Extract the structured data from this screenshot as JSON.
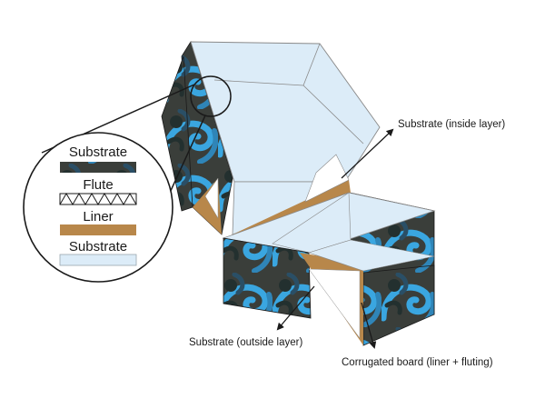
{
  "colors": {
    "pattern_base": "#3a3e3a",
    "pattern_blue": "#3aa6e0",
    "pattern_dark": "#23302f",
    "inside_substrate": "#dcecf8",
    "liner": "#b8874a",
    "outline": "#1a1a1a"
  },
  "inset": {
    "layers": [
      {
        "label": "Substrate",
        "swatch": "patterned"
      },
      {
        "label": "Flute",
        "swatch": "zigzag"
      },
      {
        "label": "Liner",
        "swatch": "liner"
      },
      {
        "label": "Substrate",
        "swatch": "inside"
      }
    ]
  },
  "callouts": {
    "inside": "Substrate (inside layer)",
    "outside": "Substrate (outside layer)",
    "corrugated": "Corrugated board (liner + fluting)"
  }
}
